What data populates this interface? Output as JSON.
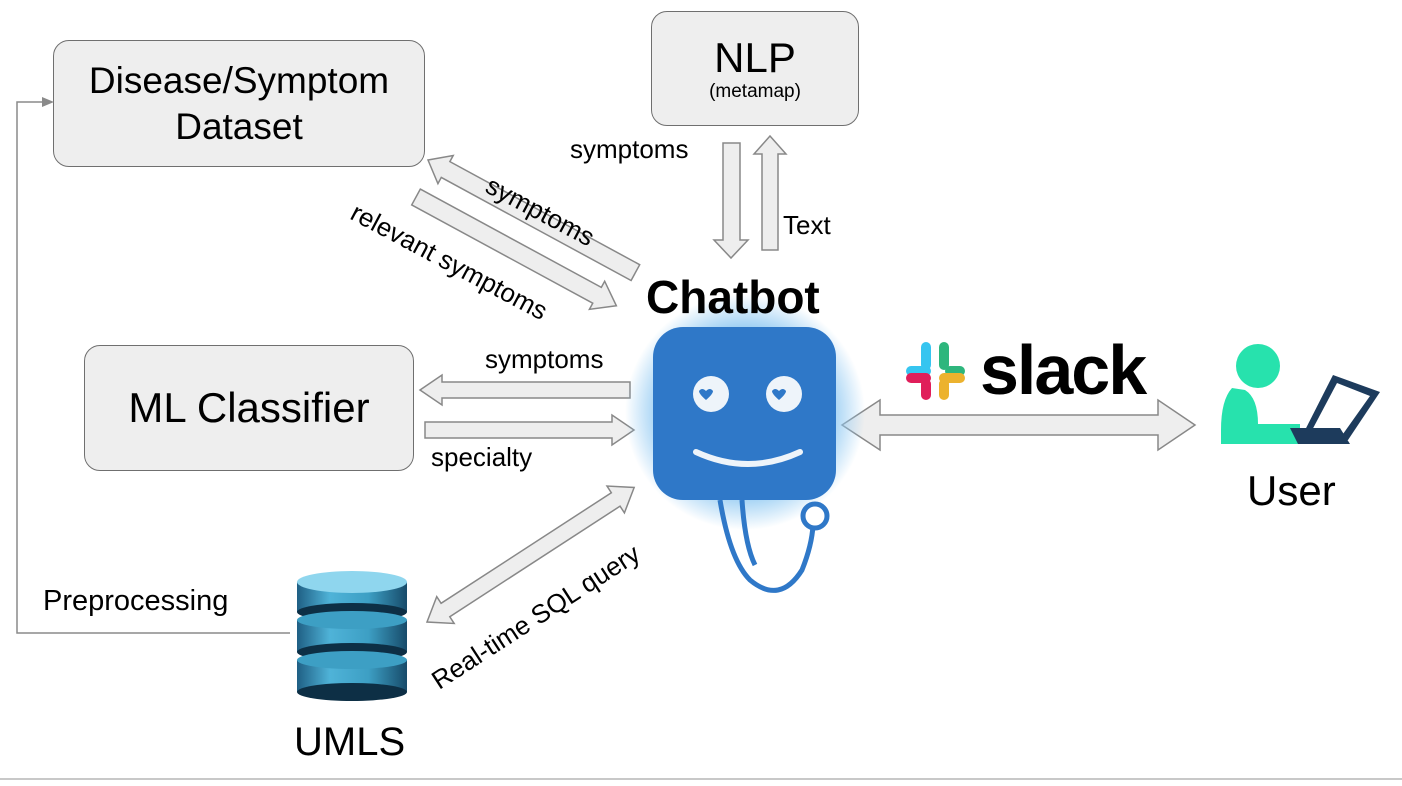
{
  "nodes": {
    "dataset": {
      "line1": "Disease/Symptom",
      "line2": "Dataset"
    },
    "nlp": {
      "title": "NLP",
      "subtitle": "(metamap)"
    },
    "ml": {
      "title": "ML Classifier"
    },
    "chatbot": {
      "title": "Chatbot"
    },
    "umls": {
      "title": "UMLS"
    },
    "user": {
      "title": "User"
    },
    "slack": {
      "wordmark": "slack"
    }
  },
  "edges": {
    "nlp_down": "symptoms",
    "nlp_up": "Text",
    "dataset_out": "symptoms",
    "dataset_in": "relevant  symptoms",
    "ml_in": "symptoms",
    "ml_out": "specialty",
    "umls_query": "Real-time SQL query",
    "preprocessing": "Preprocessing"
  },
  "colors": {
    "box_fill": "#eeeeee",
    "box_border": "#6f6f6f",
    "arrow_fill": "#eeeeee",
    "arrow_stroke": "#888888",
    "bot_blue": "#2f78c8",
    "bot_glow": "#8ec8f2",
    "user_green": "#27e2ad",
    "laptop_navy": "#1d3b5c",
    "db_blue": "#3d9fc4",
    "slack_colors": [
      "#36C5F0",
      "#2EB67D",
      "#ECB22E",
      "#E01E5A"
    ]
  }
}
